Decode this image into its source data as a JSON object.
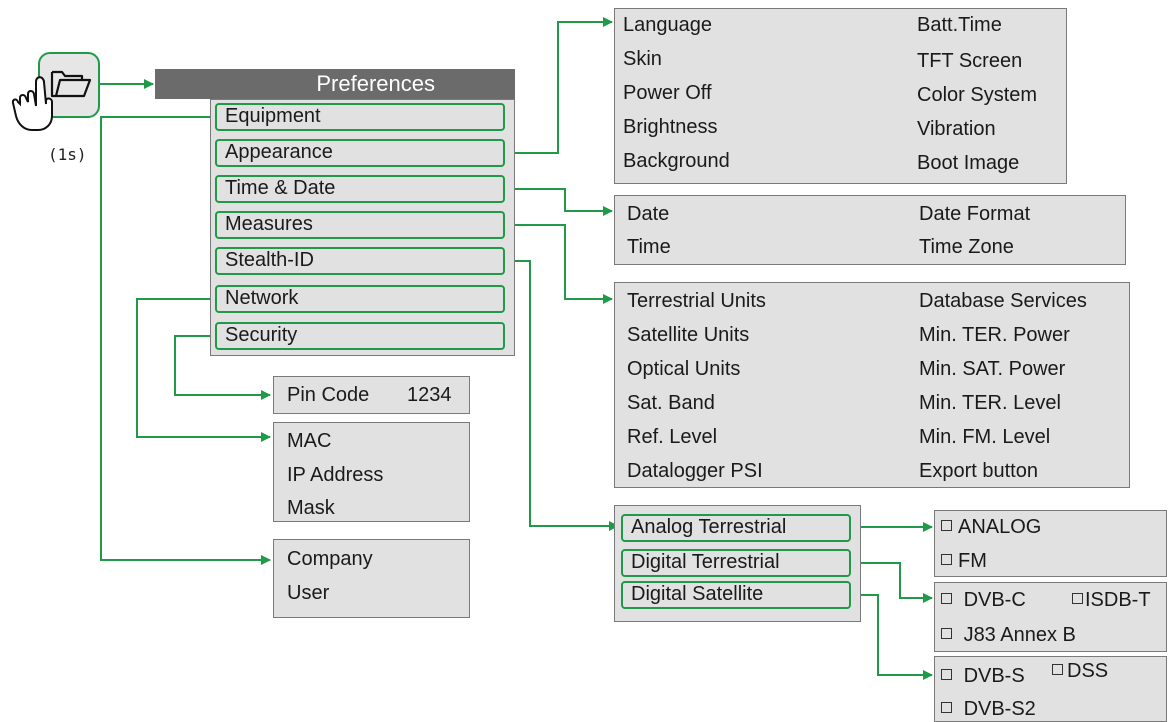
{
  "launcher": {
    "icon": "folder-icon",
    "gesture": "hand-pointer-icon",
    "hold_label": "(1s)"
  },
  "preferences": {
    "title": "Preferences",
    "items": [
      "Equipment",
      "Appearance",
      "Time & Date",
      "Measures",
      "Stealth-ID",
      "Network",
      "Security"
    ]
  },
  "appearance_panel": {
    "left": [
      "Language",
      "Skin",
      "Power Off",
      "Brightness",
      "Background"
    ],
    "right": [
      "Batt.Time",
      "TFT Screen",
      "Color System",
      "Vibration",
      "Boot Image"
    ]
  },
  "time_date_panel": {
    "left": [
      "Date",
      "Time"
    ],
    "right": [
      "Date Format",
      "Time Zone"
    ]
  },
  "measures_panel": {
    "left": [
      "Terrestrial Units",
      "Satellite Units",
      "Optical Units",
      "Sat. Band",
      "Ref. Level",
      "Datalogger PSI"
    ],
    "right": [
      "Database Services",
      "Min. TER. Power",
      "Min. SAT. Power",
      "Min. TER. Level",
      "Min. FM. Level",
      "Export button"
    ]
  },
  "security_panel": {
    "label": "Pin Code",
    "value": "1234"
  },
  "network_panel": {
    "items": [
      "MAC",
      "IP Address",
      "Mask"
    ]
  },
  "equipment_panel": {
    "items": [
      "Company",
      "User"
    ]
  },
  "stealth_panel": {
    "items": [
      "Analog Terrestrial",
      "Digital Terrestrial",
      "Digital Satellite"
    ]
  },
  "analog_options": {
    "opt1": "ANALOG",
    "opt2": "FM"
  },
  "digital_ter_options": {
    "opt1": "DVB-C",
    "opt2": "ISDB-T",
    "opt3": "J83 Annex B"
  },
  "digital_sat_options": {
    "opt1": "DVB-S",
    "opt2": "DSS",
    "opt3": "DVB-S2"
  },
  "colors": {
    "connector": "#1f9a48",
    "panel": "#e1e1e1",
    "title_bar": "#6b6b6b"
  }
}
